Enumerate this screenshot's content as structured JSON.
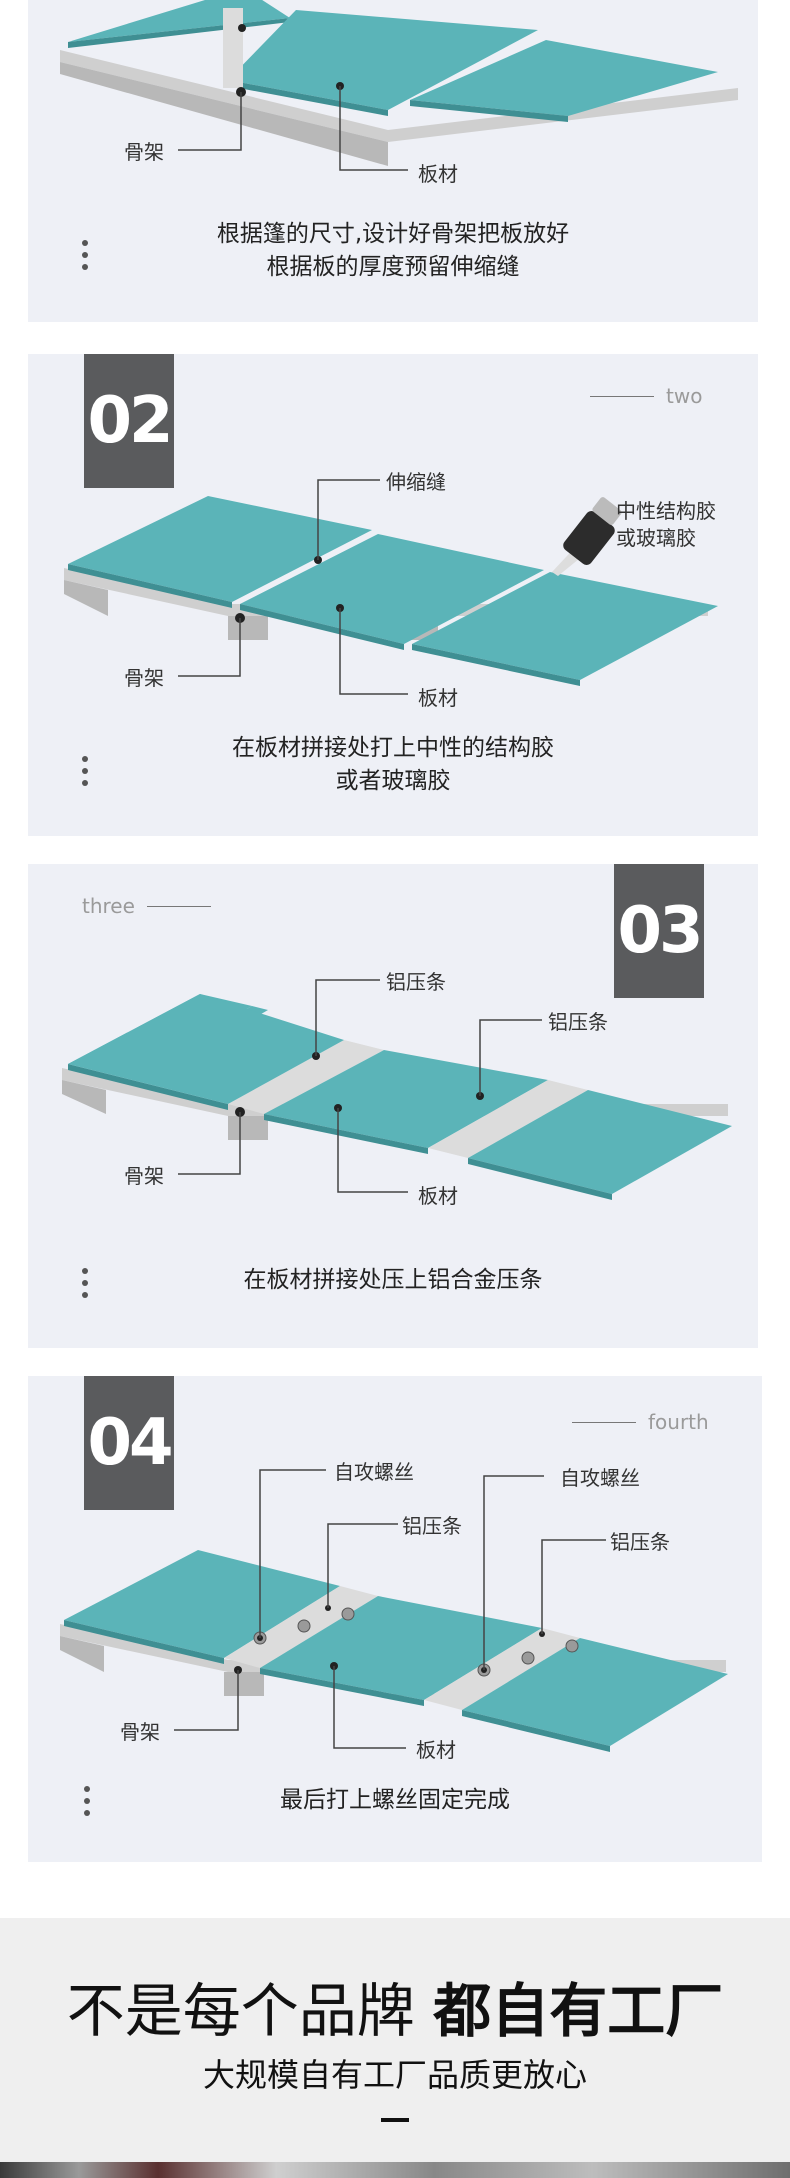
{
  "step1": {
    "labels": {
      "frame": "骨架",
      "board": "板材"
    },
    "desc_line1": "根据篷的尺寸,设计好骨架把板放好",
    "desc_line2": "根据板的厚度预留伸缩缝"
  },
  "step2": {
    "number": "02",
    "tag": "two",
    "labels": {
      "gap": "伸缩缝",
      "glue_line1": "中性结构胶",
      "glue_line2": "或玻璃胶",
      "frame": "骨架",
      "board": "板材"
    },
    "desc_line1": "在板材拼接处打上中性的结构胶",
    "desc_line2": "或者玻璃胶"
  },
  "step3": {
    "number": "03",
    "tag": "three",
    "labels": {
      "strip_left": "铝压条",
      "strip_right": "铝压条",
      "frame": "骨架",
      "board": "板材"
    },
    "desc_line1": "在板材拼接处压上铝合金压条"
  },
  "step4": {
    "number": "04",
    "tag": "fourth",
    "labels": {
      "screw_left": "自攻螺丝",
      "strip_left": "铝压条",
      "screw_right": "自攻螺丝",
      "strip_right": "铝压条",
      "frame": "骨架",
      "board": "板材"
    },
    "desc_line1": "最后打上螺丝固定完成"
  },
  "banner": {
    "title_plain": "不是每个品牌",
    "title_bold": "都自有工厂",
    "subtitle": "大规模自有工厂品质更放心"
  },
  "colors": {
    "panel": "#5bb4b8",
    "panel_edge": "#3f8f93",
    "frame": "#c9c9c9",
    "badge": "#5a5b5d",
    "card_bg": "#eef0f6"
  }
}
